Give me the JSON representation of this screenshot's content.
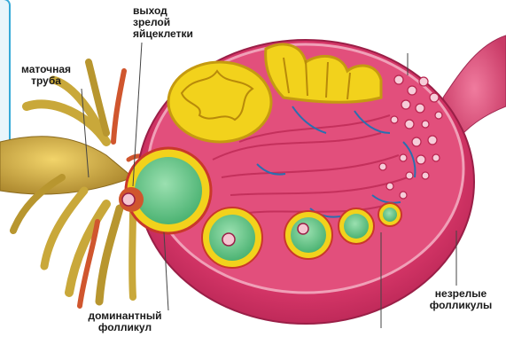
{
  "labels": {
    "egg_release": [
      "выход",
      "зрелой",
      "яйцеклетки"
    ],
    "fallopian_tube": [
      "маточная",
      "труба"
    ],
    "immature_follicles": [
      "незрелые",
      "фолликулы"
    ],
    "dominant_follicle": [
      "доминантный",
      "фолликул"
    ]
  },
  "colors": {
    "ovary_tissue": "#d9386a",
    "ovary_inner": "#e85d86",
    "corpus_luteum": "#f2d21c",
    "follicle_fluid": "#6cc98a",
    "tube": "#c9a83a",
    "frame_accent": "#35a9d8",
    "vessels": "#2a6fb0"
  }
}
